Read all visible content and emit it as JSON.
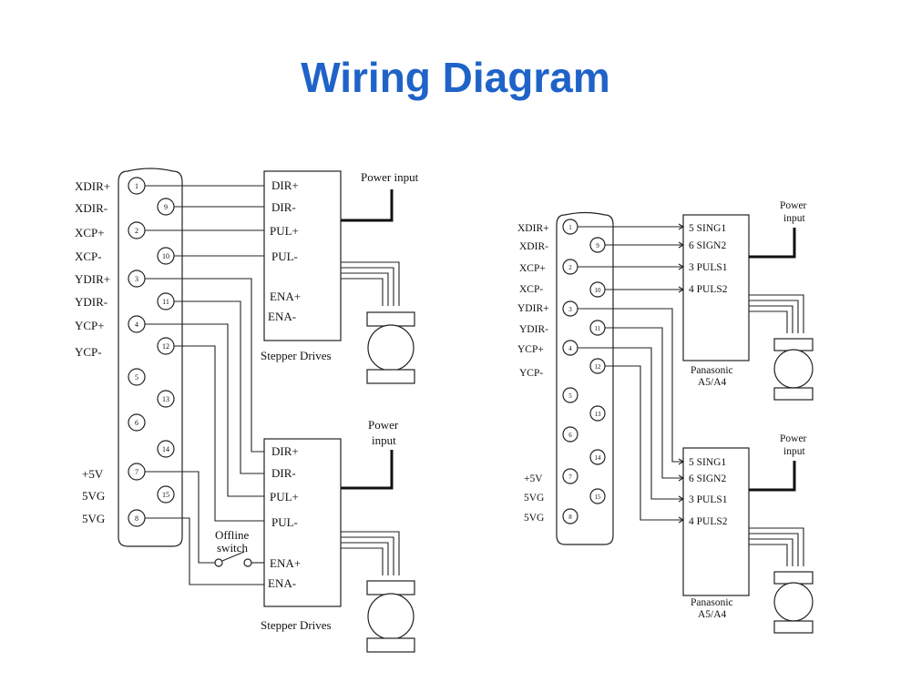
{
  "title": "Wiring Diagram",
  "left": {
    "connector_labels": [
      "XDIR+",
      "XDIR-",
      "XCP+",
      "XCP-",
      "YDIR+",
      "YDIR-",
      "YCP+",
      "YCP-",
      "+5V",
      "5VG",
      "5VG"
    ],
    "pins": [
      "1",
      "9",
      "2",
      "10",
      "3",
      "11",
      "4",
      "12",
      "5",
      "13",
      "6",
      "14",
      "7",
      "15",
      "8"
    ],
    "driver_top": {
      "terminals": [
        "DIR+",
        "DIR-",
        "PUL+",
        "PUL-",
        "ENA+",
        "ENA-"
      ],
      "power": "Power input",
      "caption": "Stepper Drives"
    },
    "driver_bottom": {
      "terminals": [
        "DIR+",
        "DIR-",
        "PUL+",
        "PUL-",
        "ENA+",
        "ENA-"
      ],
      "power_line1": "Power",
      "power_line2": "input",
      "caption": "Stepper Drives"
    },
    "switch_line1": "Offline",
    "switch_line2": "switch"
  },
  "right": {
    "connector_labels": [
      "XDIR+",
      "XDIR-",
      "XCP+",
      "XCP-",
      "YDIR+",
      "YDIR-",
      "YCP+",
      "YCP-",
      "+5V",
      "5VG",
      "5VG"
    ],
    "pins": [
      "1",
      "9",
      "2",
      "10",
      "3",
      "11",
      "4",
      "12",
      "5",
      "13",
      "6",
      "14",
      "7",
      "15",
      "8"
    ],
    "driver_top": {
      "terminals": [
        "5 SING1",
        "6 SIGN2",
        "3 PULS1",
        "4 PULS2"
      ],
      "power_line1": "Power",
      "power_line2": "input",
      "caption_line1": "Panasonic",
      "caption_line2": "A5/A4"
    },
    "driver_bottom": {
      "terminals": [
        "5 SING1",
        "6 SIGN2",
        "3 PULS1",
        "4 PULS2"
      ],
      "power_line1": "Power",
      "power_line2": "input",
      "caption_line1": "Panasonic",
      "caption_line2": "A5/A4"
    }
  }
}
